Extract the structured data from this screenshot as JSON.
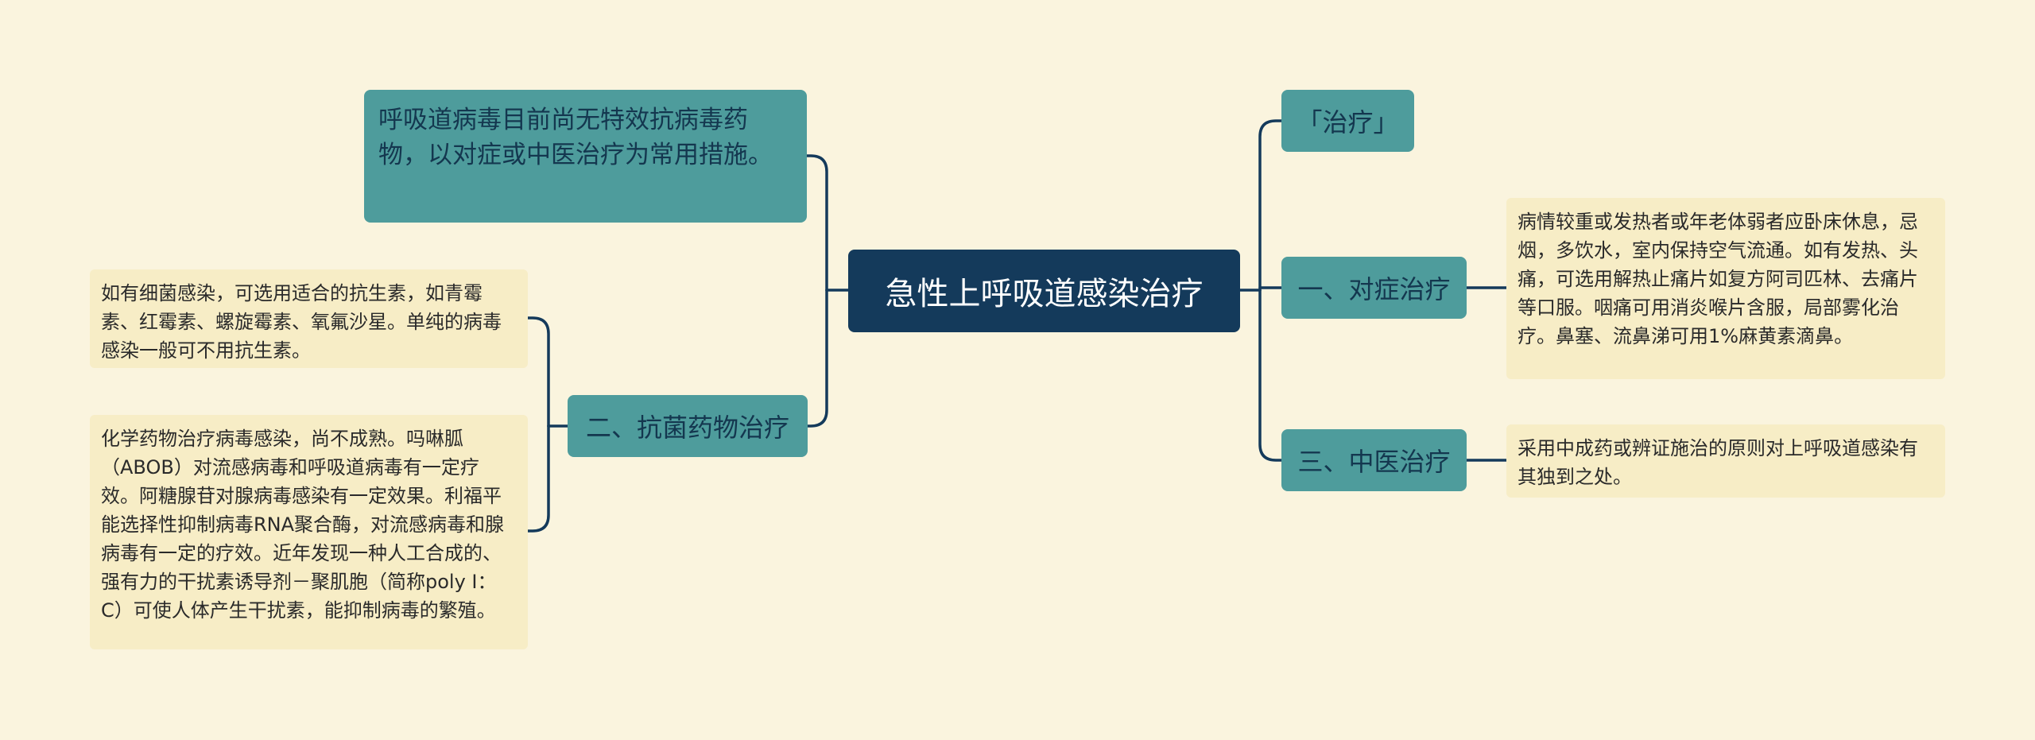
{
  "root": {
    "label": "急性上呼吸道感染治疗"
  },
  "left": {
    "intro": {
      "text": "呼吸道病毒目前尚无特效抗病毒药物，以对症或中医治疗为常用措施。"
    },
    "antibacterial": {
      "label": "二、抗菌药物治疗",
      "leaf_1": "如有细菌感染，可选用适合的抗生素，如青霉素、红霉素、螺旋霉素、氧氟沙星。单纯的病毒感染一般可不用抗生素。",
      "leaf_2": "化学药物治疗病毒感染，尚不成熟。吗啉胍（ABOB）对流感病毒和呼吸道病毒有一定疗效。阿糖腺苷对腺病毒感染有一定效果。利福平能选择性抑制病毒RNA聚合酶，对流感病毒和腺病毒有一定的疗效。近年发现一种人工合成的、强有力的干扰素诱导剂－聚肌胞（简称poly I：C）可使人体产生干扰素，能抑制病毒的繁殖。"
    }
  },
  "right": {
    "treatment": {
      "label": "「治疗」"
    },
    "symptomatic": {
      "label": "一、对症治疗",
      "leaf": "病情较重或发热者或年老体弱者应卧床休息，忌烟，多饮水，室内保持空气流通。如有发热、头痛，可选用解热止痛片如复方阿司匹林、去痛片等口服。咽痛可用消炎喉片含服，局部雾化治疗。鼻塞、流鼻涕可用1%麻黄素滴鼻。"
    },
    "tcm": {
      "label": "三、中医治疗",
      "leaf": "采用中成药或辨证施治的原则对上呼吸道感染有其独到之处。"
    }
  },
  "colors": {
    "background": "#FAF4DE",
    "root_fill": "#143A5B",
    "branch_fill": "#4E9C9C",
    "leaf_fill": "#F7EDC6",
    "connector": "#143A5B"
  }
}
